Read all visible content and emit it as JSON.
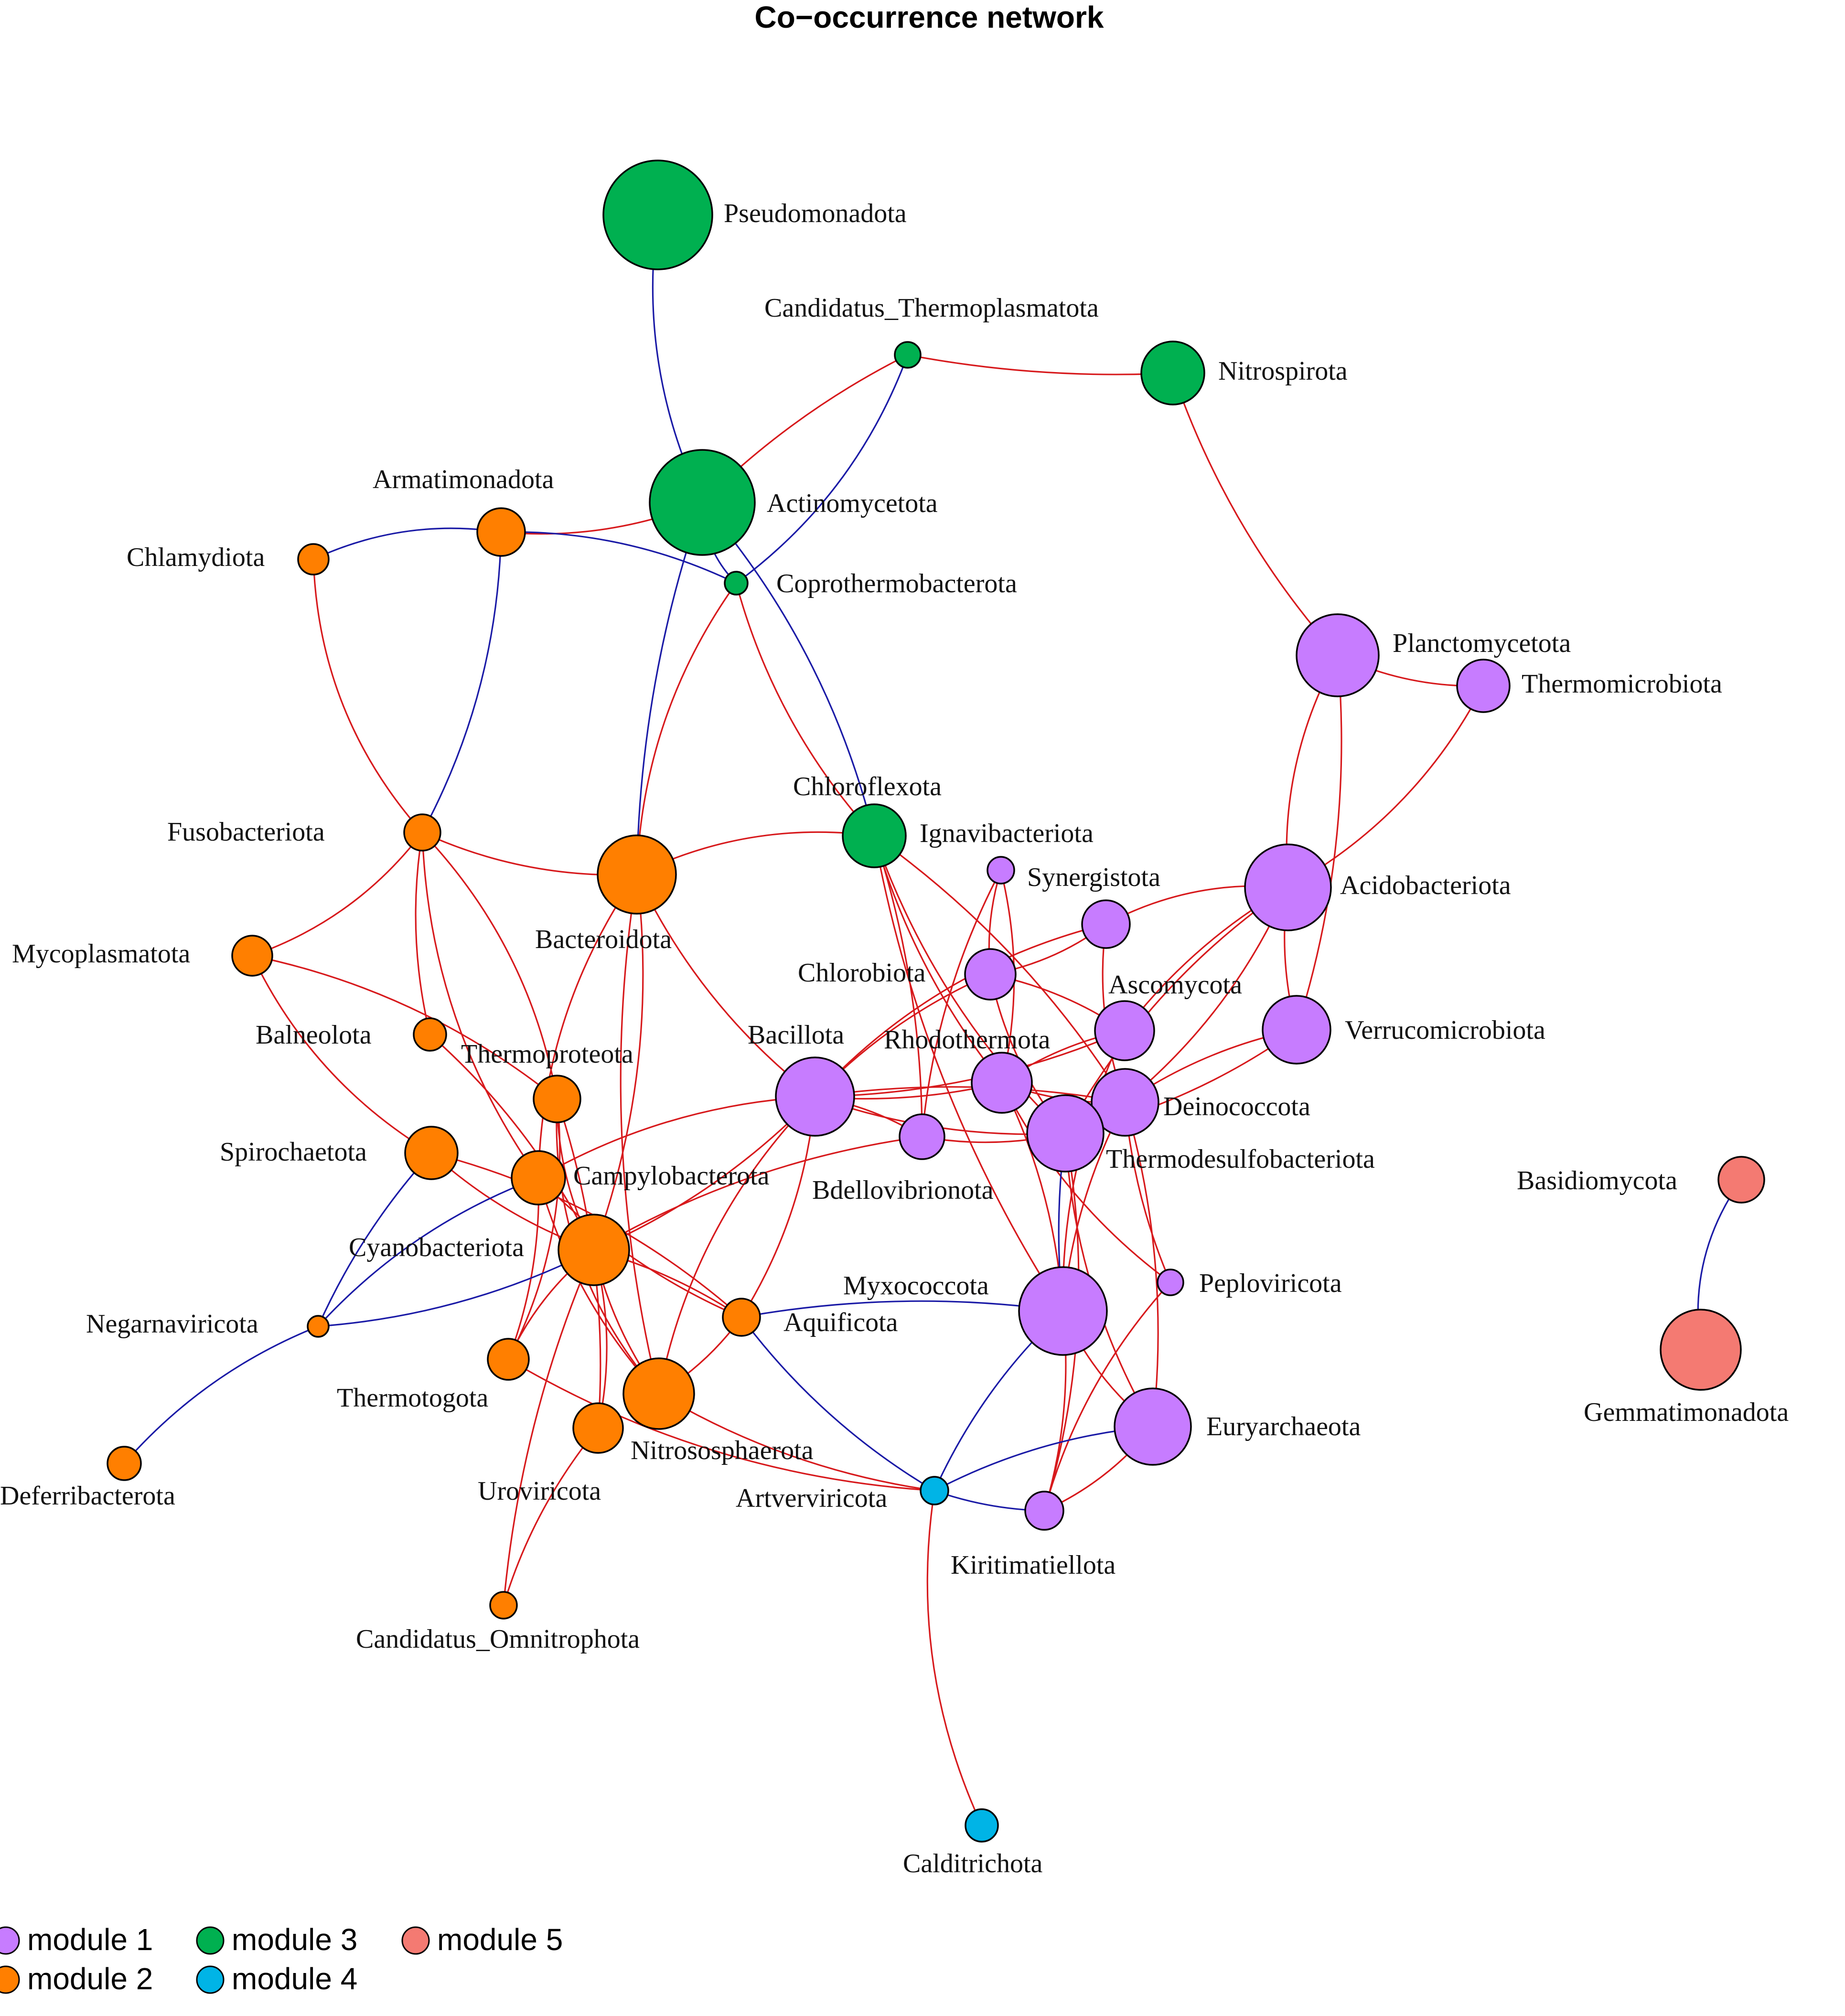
{
  "title": "Co−occurrence network",
  "edge_colors": {
    "positive": "#d7191c",
    "negative": "#1a1aa6"
  },
  "modules": [
    {
      "name": "module 1",
      "color": "#c77cff"
    },
    {
      "name": "module 2",
      "color": "#ff7f00"
    },
    {
      "name": "module 3",
      "color": "#00b050"
    },
    {
      "name": "module 4",
      "color": "#00b4e6"
    },
    {
      "name": "module 5",
      "color": "#f47a72"
    }
  ],
  "nodes": [
    {
      "id": "Pseudomonadota",
      "label": "Pseudomonadota",
      "module": 3
    },
    {
      "id": "Candidatus_Thermoplasmatota",
      "label": "Candidatus_Thermoplasmatota",
      "module": 3
    },
    {
      "id": "Nitrospirota",
      "label": "Nitrospirota",
      "module": 3
    },
    {
      "id": "Actinomycetota",
      "label": "Actinomycetota",
      "module": 3
    },
    {
      "id": "Coprothermobacterota",
      "label": "Coprothermobacterota",
      "module": 3
    },
    {
      "id": "Chloroflexota",
      "label": "Chloroflexota",
      "module": 3
    },
    {
      "id": "Armatimonadota",
      "label": "Armatimonadota",
      "module": 2
    },
    {
      "id": "Chlamydiota",
      "label": "Chlamydiota",
      "module": 2
    },
    {
      "id": "Fusobacteriota",
      "label": "Fusobacteriota",
      "module": 2
    },
    {
      "id": "Bacteroidota",
      "label": "Bacteroidota",
      "module": 2
    },
    {
      "id": "Mycoplasmatota",
      "label": "Mycoplasmatota",
      "module": 2
    },
    {
      "id": "Balneolota",
      "label": "Balneolota",
      "module": 2
    },
    {
      "id": "Thermoproteota",
      "label": "Thermoproteota",
      "module": 2
    },
    {
      "id": "Spirochaetota",
      "label": "Spirochaetota",
      "module": 2
    },
    {
      "id": "Campylobacterota",
      "label": "Campylobacterota",
      "module": 2
    },
    {
      "id": "Cyanobacteriota",
      "label": "Cyanobacteriota",
      "module": 2
    },
    {
      "id": "Negarnaviricota",
      "label": "Negarnaviricota",
      "module": 2
    },
    {
      "id": "Aquificota",
      "label": "Aquificota",
      "module": 2
    },
    {
      "id": "Thermotogota",
      "label": "Thermotogota",
      "module": 2
    },
    {
      "id": "Nitrososphaerota",
      "label": "Nitrososphaerota",
      "module": 2
    },
    {
      "id": "Uroviricota",
      "label": "Uroviricota",
      "module": 2
    },
    {
      "id": "Deferribacterota",
      "label": "Deferribacterota",
      "module": 2
    },
    {
      "id": "Candidatus_Omnitrophota",
      "label": "Candidatus_Omnitrophota",
      "module": 2
    },
    {
      "id": "Planctomycetota",
      "label": "Planctomycetota",
      "module": 1
    },
    {
      "id": "Thermomicrobiota",
      "label": "Thermomicrobiota",
      "module": 1
    },
    {
      "id": "Ignavibacteriota",
      "label": "Ignavibacteriota",
      "module": 1
    },
    {
      "id": "Synergistota",
      "label": "Synergistota",
      "module": 1
    },
    {
      "id": "Acidobacteriota",
      "label": "Acidobacteriota",
      "module": 1
    },
    {
      "id": "Chlorobiota",
      "label": "Chlorobiota",
      "module": 1
    },
    {
      "id": "Ascomycota",
      "label": "Ascomycota",
      "module": 1
    },
    {
      "id": "Verrucomicrobiota",
      "label": "Verrucomicrobiota",
      "module": 1
    },
    {
      "id": "Bacillota",
      "label": "Bacillota",
      "module": 1
    },
    {
      "id": "Rhodothermota",
      "label": "Rhodothermota",
      "module": 1
    },
    {
      "id": "Deinococcota",
      "label": "Deinococcota",
      "module": 1
    },
    {
      "id": "Thermodesulfobacteriota",
      "label": "Thermodesulfobacteriota",
      "module": 1
    },
    {
      "id": "Bdellovibrionota",
      "label": "Bdellovibrionota",
      "module": 1
    },
    {
      "id": "Myxococcota",
      "label": "Myxococcota",
      "module": 1
    },
    {
      "id": "Peploviricota",
      "label": "Peploviricota",
      "module": 1
    },
    {
      "id": "Euryarchaeota",
      "label": "Euryarchaeota",
      "module": 1
    },
    {
      "id": "Kiritimatiellota",
      "label": "Kiritimatiellota",
      "module": 1
    },
    {
      "id": "Artverviricota",
      "label": "Artverviricota",
      "module": 4
    },
    {
      "id": "Calditrichota",
      "label": "Calditrichota",
      "module": 4
    },
    {
      "id": "Basidiomycota",
      "label": "Basidiomycota",
      "module": 5
    },
    {
      "id": "Gemmatimonadota",
      "label": "Gemmatimonadota",
      "module": 5
    }
  ]
}
